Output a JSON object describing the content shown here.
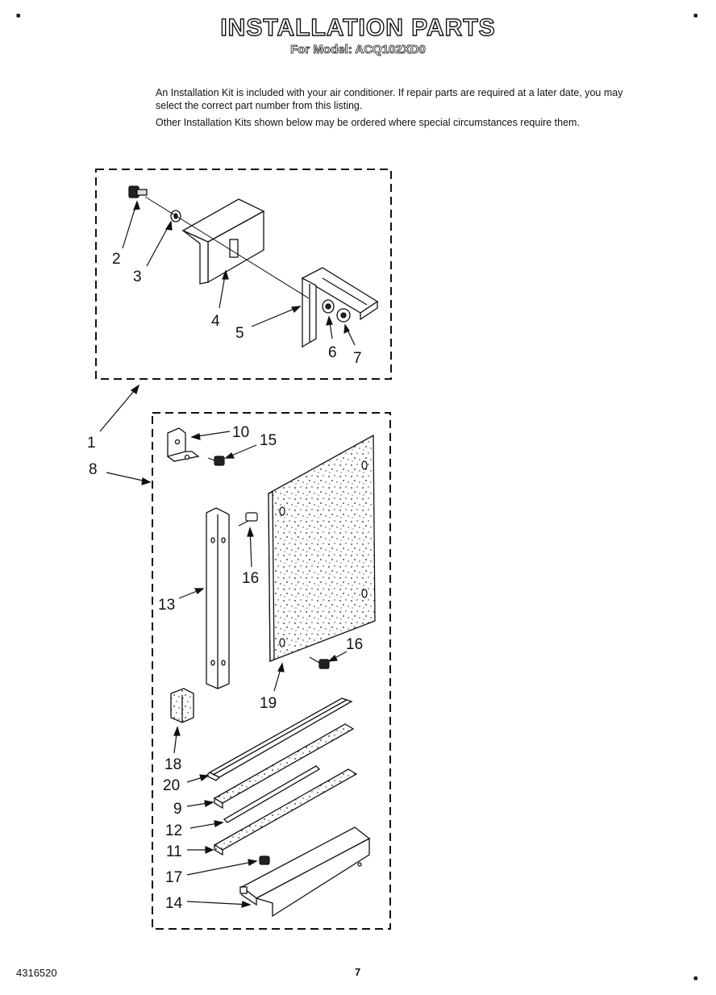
{
  "header": {
    "title": "INSTALLATION PARTS",
    "subtitle": "For Model: ACQ102XD0"
  },
  "intro": {
    "paragraph_1": "An Installation Kit is included with your air conditioner. If repair parts are required at a later date, you may select the correct part number from this listing.",
    "paragraph_2": "Other Installation Kits shown below may be ordered where special circumstances require them."
  },
  "diagram": {
    "callouts": [
      "1",
      "2",
      "3",
      "4",
      "5",
      "6",
      "7",
      "8",
      "9",
      "10",
      "11",
      "12",
      "13",
      "14",
      "15",
      "16",
      "16",
      "17",
      "18",
      "19",
      "20"
    ]
  },
  "footer": {
    "doc_number": "4316520",
    "page_number": "7"
  }
}
